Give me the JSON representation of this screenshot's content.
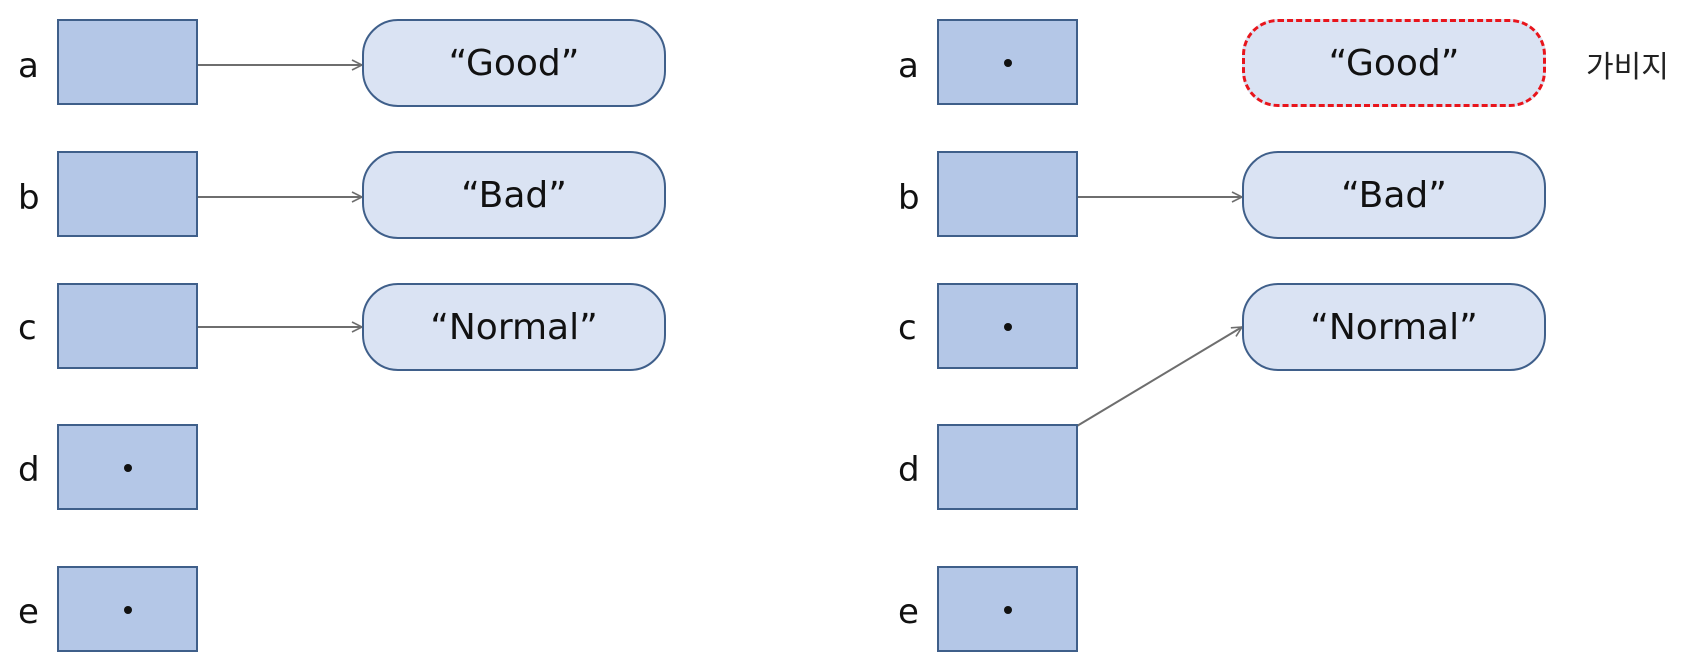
{
  "left_panel": {
    "variables": [
      {
        "name": "a",
        "points_to": 0
      },
      {
        "name": "b",
        "points_to": 1
      },
      {
        "name": "c",
        "points_to": 2
      },
      {
        "name": "d",
        "points_to": null
      },
      {
        "name": "e",
        "points_to": null
      }
    ],
    "strings": [
      {
        "text": "“Good”",
        "garbage": false
      },
      {
        "text": "“Bad”",
        "garbage": false
      },
      {
        "text": "“Normal”",
        "garbage": false
      }
    ]
  },
  "right_panel": {
    "variables": [
      {
        "name": "a",
        "points_to": null
      },
      {
        "name": "b",
        "points_to": 1
      },
      {
        "name": "c",
        "points_to": null
      },
      {
        "name": "d",
        "points_to": 2
      },
      {
        "name": "e",
        "points_to": null
      }
    ],
    "strings": [
      {
        "text": "“Good”",
        "garbage": true
      },
      {
        "text": "“Bad”",
        "garbage": false
      },
      {
        "text": "“Normal”",
        "garbage": false
      }
    ],
    "garbage_label": "가비지"
  },
  "colors": {
    "box_fill": "#b4c7e7",
    "string_fill": "#dae3f3",
    "border": "#3f5f8a",
    "arrow": "#6e6e6e",
    "garbage_border": "#e8151c"
  }
}
